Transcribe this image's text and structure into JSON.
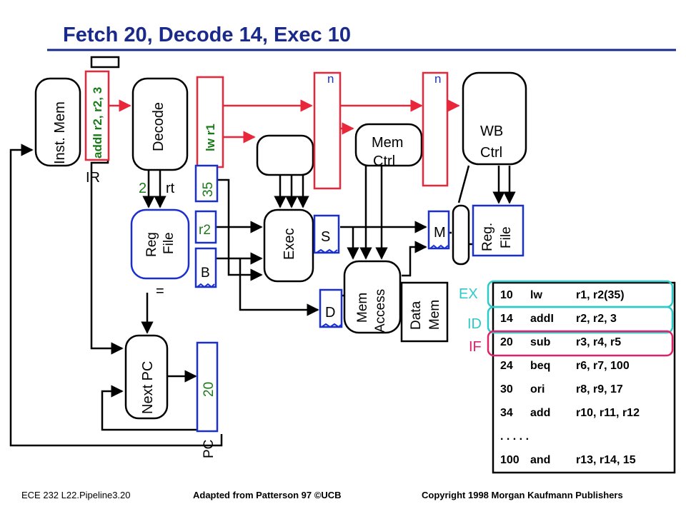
{
  "title": "Fetch 20, Decode 14, Exec 10",
  "blocks": {
    "inst_mem": "Inst. Mem",
    "decode": "Decode",
    "reg_file_1": "Reg",
    "reg_file_2": "File",
    "exec": "Exec",
    "mem_ctrl_1": "Mem",
    "mem_ctrl_2": "Ctrl",
    "wb_ctrl_1": "WB",
    "wb_ctrl_2": "Ctrl",
    "mem_access_1": "Mem",
    "mem_access_2": "Access",
    "data_mem_1": "Data",
    "data_mem_2": "Mem",
    "wb_reg_file_1": "Reg.",
    "wb_reg_file_2": "File",
    "next_pc": "Next PC"
  },
  "registers": {
    "ir_contents": "addI r2, r2, 3",
    "ir_label": "IR",
    "decode_reg_contents": "lw r1",
    "imm_value": "35",
    "reg_a": "r2",
    "reg_b": "B",
    "s": "S",
    "d": "D",
    "m": "M",
    "n1": "n",
    "n2": "n",
    "pc_value": "20",
    "pc_label": "PC"
  },
  "labels": {
    "two": "2",
    "rt": "rt",
    "equals": "="
  },
  "stages": {
    "ex": "EX",
    "id": "ID",
    "if": "IF"
  },
  "program": [
    {
      "addr": "10",
      "op": "lw",
      "args": "r1, r2(35)"
    },
    {
      "addr": "14",
      "op": "addI",
      "args": "r2, r2, 3"
    },
    {
      "addr": "20",
      "op": "sub",
      "args": "r3, r4, r5"
    },
    {
      "addr": "24",
      "op": "beq",
      "args": "r6, r7, 100"
    },
    {
      "addr": "30",
      "op": "ori",
      "args": "r8, r9, 17"
    },
    {
      "addr": "34",
      "op": "add",
      "args": "r10, r11, r12"
    },
    {
      "addr": ". . . . .",
      "op": "",
      "args": ""
    },
    {
      "addr": "100",
      "op": "and",
      "args": "r13, r14, 15"
    }
  ],
  "footer": {
    "left": "ECE 232  L22.Pipeline3.20",
    "center": "Adapted from Patterson 97 ©UCB",
    "right": "Copyright  1998 Morgan Kaufmann Publishers"
  },
  "colors": {
    "red": "#e8283a",
    "blue": "#1a2fd0",
    "green": "#1a7a1a",
    "cyan": "#2ec9c9",
    "magenta": "#e0206a",
    "black": "#000000"
  }
}
